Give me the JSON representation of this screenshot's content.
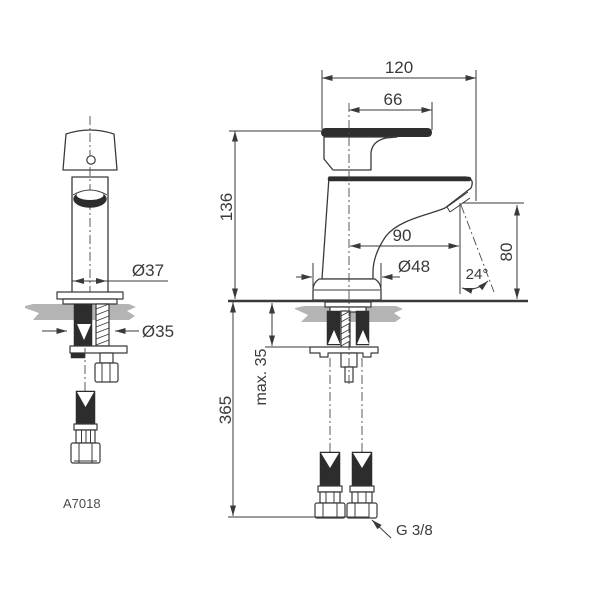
{
  "drawing": {
    "product_code": "A7018",
    "dims": {
      "overall_depth": "120",
      "lever_width": "66",
      "height_above_deck": "136",
      "spout_reach": "90",
      "base_diameter": "Ø48",
      "outlet_height": "80",
      "outlet_angle": "24°",
      "body_diameter": "Ø37",
      "mounting_hole_diameter": "Ø35",
      "max_mounting_thickness": "max. 35",
      "hose_length": "365",
      "connection_thread": "G 3/8"
    },
    "colors": {
      "line": "#3a3a3a",
      "deck_gray": "#b4b4b4",
      "hose_dark": "#2d2d2d",
      "background": "#ffffff"
    }
  }
}
